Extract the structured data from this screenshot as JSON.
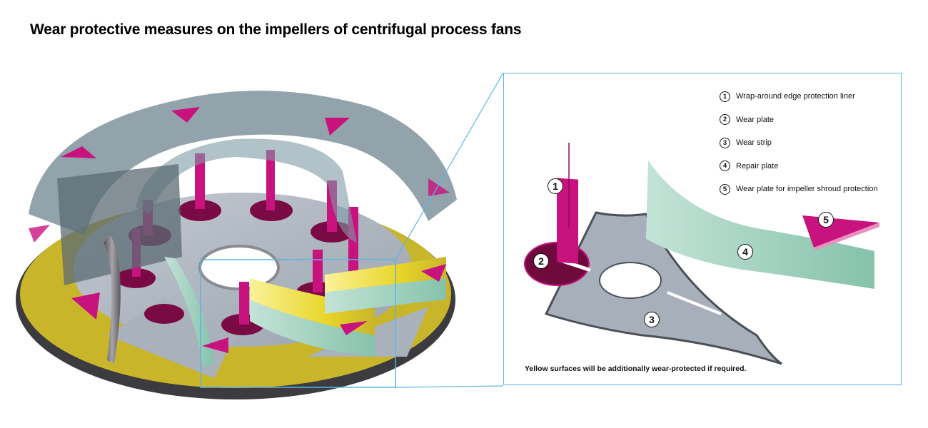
{
  "title": "Wear protective measures on the impellers of centrifugal process fans",
  "legend": [
    {
      "number": "1",
      "label": "Wrap-around edge protection liner"
    },
    {
      "number": "2",
      "label": "Wear plate"
    },
    {
      "number": "3",
      "label": "Wear strip"
    },
    {
      "number": "4",
      "label": "Repair plate"
    },
    {
      "number": "5",
      "label": "Wear plate for impeller shroud protection"
    }
  ],
  "callouts": {
    "c1": "1",
    "c2": "2",
    "c3": "3",
    "c4": "4",
    "c5": "5"
  },
  "note": "Yellow surfaces will be additionally wear-protected if required.",
  "colors": {
    "accent_line": "#5ab4e5",
    "magenta": "#c8127e",
    "dark_magenta": "#6e0a3c",
    "mint": "#9fd3c0",
    "yellow": "#c9b52a",
    "steel": "#a9b1bb",
    "shroud": "#6f8490"
  }
}
